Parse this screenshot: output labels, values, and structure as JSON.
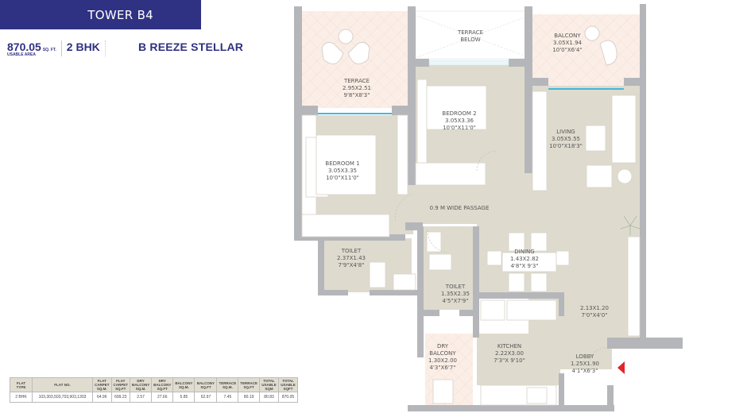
{
  "header": {
    "tower": "TOWER B4",
    "usable_area_value": "870.05",
    "usable_area_unit": "SQ. FT.",
    "usable_area_label": "USABLE AREA",
    "flat_type": "2 BHK",
    "project_name": "B REEZE STELLAR"
  },
  "colors": {
    "brand": "#2f3182",
    "wall": "#b5b6ba",
    "floor": "#dedbce",
    "terrace": "#fbeee6",
    "window": "#43b7dc",
    "entry_marker": "#e3232a"
  },
  "rooms": [
    {
      "name": "TERRACE",
      "size_m": "2.95X2.51",
      "size_ft": "9'8\"X8'3\""
    },
    {
      "name": "TERRACE BELOW",
      "line1": "TERRACE",
      "line2": "BELOW"
    },
    {
      "name": "BALCONY",
      "size_m": "3.05X1.94",
      "size_ft": "10'0\"X6'4\""
    },
    {
      "name": "BEDROOM 2",
      "size_m": "3.05X3.36",
      "size_ft": "10'0\"X11'0\""
    },
    {
      "name": "LIVING",
      "size_m": "3.05X5.55",
      "size_ft": "10'0\"X18'3\""
    },
    {
      "name": "BEDROOM 1",
      "size_m": "3.05X3.35",
      "size_ft": "10'0\"X11'0\""
    },
    {
      "name": "0.9 M WIDE PASSAGE"
    },
    {
      "name": "TOILET",
      "size_m": "2.37X1.43",
      "size_ft": "7'9\"X4'8\""
    },
    {
      "name": "DINING",
      "size_m": "1.43X2.82",
      "size_ft": "4'8\"X 9'3\""
    },
    {
      "name": "TOILET",
      "size_m": "1.35X2.35",
      "size_ft": "4'5\"X7'9\""
    },
    {
      "name": "",
      "size_m": "2.13X1.20",
      "size_ft": "7'0\"X4'0\""
    },
    {
      "name": "DRY",
      "line2": "BALCONY",
      "size_m": "1.30X2.00",
      "size_ft": "4'3\"X6'7\""
    },
    {
      "name": "KITCHEN",
      "size_m": "2.22X3.00",
      "size_ft": "7'3\"X 9'10\""
    },
    {
      "name": "LOBBY",
      "size_m": "1.25X1.90",
      "size_ft": "4'1\"X6'3\""
    }
  ],
  "table": {
    "headers": [
      "FLAT TYPE",
      "FLAT NO.",
      "FLAT CARPET SQ.M.",
      "FLAT CARPET SQ.FT",
      "DRY BALCONY SQ.M.",
      "DRY BALCONY SQ.FT",
      "BALCONY SQ.M.",
      "BALCONY SQ.FT",
      "TERRACE SQ.M.",
      "TERRACE SQ.FT",
      "TOTAL USABLE SQM",
      "TOTAL USABLE SQFT"
    ],
    "rows": [
      [
        "2 BHK",
        "103,303,503,703,903,1303",
        "64.96",
        "699.23",
        "2.57",
        "27.66",
        "5.85",
        "62.97",
        "7.45",
        "80.19",
        "80.83",
        "870.05"
      ]
    ]
  }
}
